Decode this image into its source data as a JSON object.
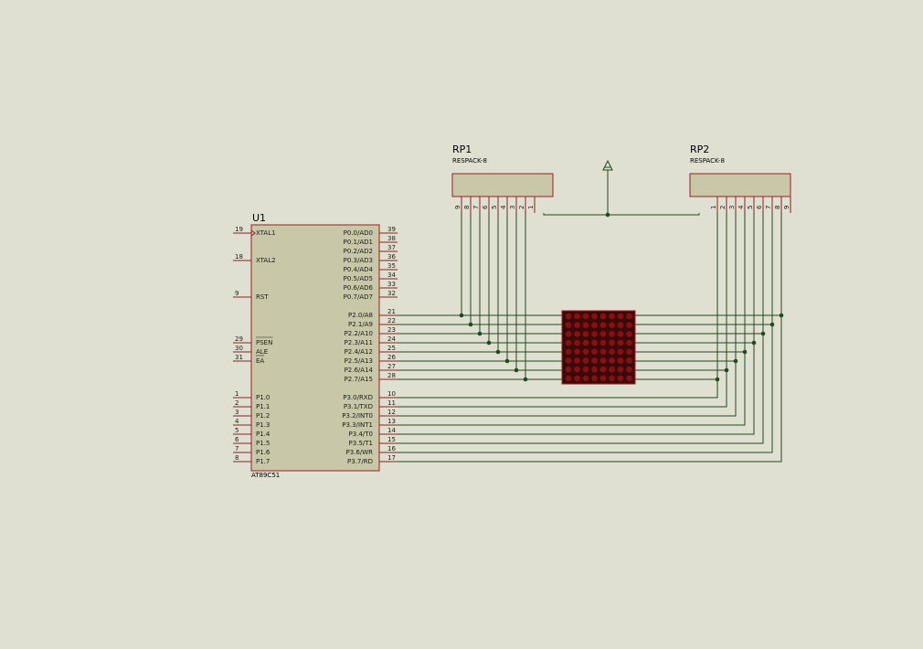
{
  "colors": {
    "background": "#e0e0d2",
    "component_fill": "#c8c8a8",
    "component_outline": "#9a2020",
    "wire": "#1f4a1f",
    "text": "#1a1a1a",
    "pin": "#8a2020",
    "matrix_bg": "#3a0a0a",
    "matrix_led": "#8a1010",
    "matrix_border": "#9a2020"
  },
  "u1": {
    "ref": "U1",
    "part": "AT89C51",
    "left_pins": [
      {
        "num": "19",
        "name": "XTAL1"
      },
      {
        "num": "18",
        "name": "XTAL2"
      },
      {
        "num": "9",
        "name": "RST"
      },
      {
        "num": "29",
        "name": "PSEN"
      },
      {
        "num": "30",
        "name": "ALE"
      },
      {
        "num": "31",
        "name": "EA"
      },
      {
        "num": "1",
        "name": "P1.0"
      },
      {
        "num": "2",
        "name": "P1.1"
      },
      {
        "num": "3",
        "name": "P1.2"
      },
      {
        "num": "4",
        "name": "P1.3"
      },
      {
        "num": "5",
        "name": "P1.4"
      },
      {
        "num": "6",
        "name": "P1.5"
      },
      {
        "num": "7",
        "name": "P1.6"
      },
      {
        "num": "8",
        "name": "P1.7"
      }
    ],
    "right_pins": [
      {
        "num": "39",
        "name": "P0.0/AD0"
      },
      {
        "num": "38",
        "name": "P0.1/AD1"
      },
      {
        "num": "37",
        "name": "P0.2/AD2"
      },
      {
        "num": "36",
        "name": "P0.3/AD3"
      },
      {
        "num": "35",
        "name": "P0.4/AD4"
      },
      {
        "num": "34",
        "name": "P0.5/AD5"
      },
      {
        "num": "33",
        "name": "P0.6/AD6"
      },
      {
        "num": "32",
        "name": "P0.7/AD7"
      },
      {
        "num": "21",
        "name": "P2.0/A8"
      },
      {
        "num": "22",
        "name": "P2.1/A9"
      },
      {
        "num": "23",
        "name": "P2.2/A10"
      },
      {
        "num": "24",
        "name": "P2.3/A11"
      },
      {
        "num": "25",
        "name": "P2.4/A12"
      },
      {
        "num": "26",
        "name": "P2.5/A13"
      },
      {
        "num": "27",
        "name": "P2.6/A14"
      },
      {
        "num": "28",
        "name": "P2.7/A15"
      },
      {
        "num": "10",
        "name": "P3.0/RXD"
      },
      {
        "num": "11",
        "name": "P3.1/TXD"
      },
      {
        "num": "12",
        "name": "P3.2/INT0"
      },
      {
        "num": "13",
        "name": "P3.3/INT1"
      },
      {
        "num": "14",
        "name": "P3.4/T0"
      },
      {
        "num": "15",
        "name": "P3.5/T1"
      },
      {
        "num": "16",
        "name": "P3.6/WR"
      },
      {
        "num": "17",
        "name": "P3.7/RD"
      }
    ]
  },
  "rp1": {
    "ref": "RP1",
    "part": "RESPACK-8",
    "pins": [
      "9",
      "8",
      "7",
      "6",
      "5",
      "4",
      "3",
      "2",
      "1"
    ]
  },
  "rp2": {
    "ref": "RP2",
    "part": "RESPACK-8",
    "pins": [
      "1",
      "2",
      "3",
      "4",
      "5",
      "6",
      "7",
      "8",
      "9"
    ]
  },
  "matrix": {
    "rows": 8,
    "cols": 8
  }
}
